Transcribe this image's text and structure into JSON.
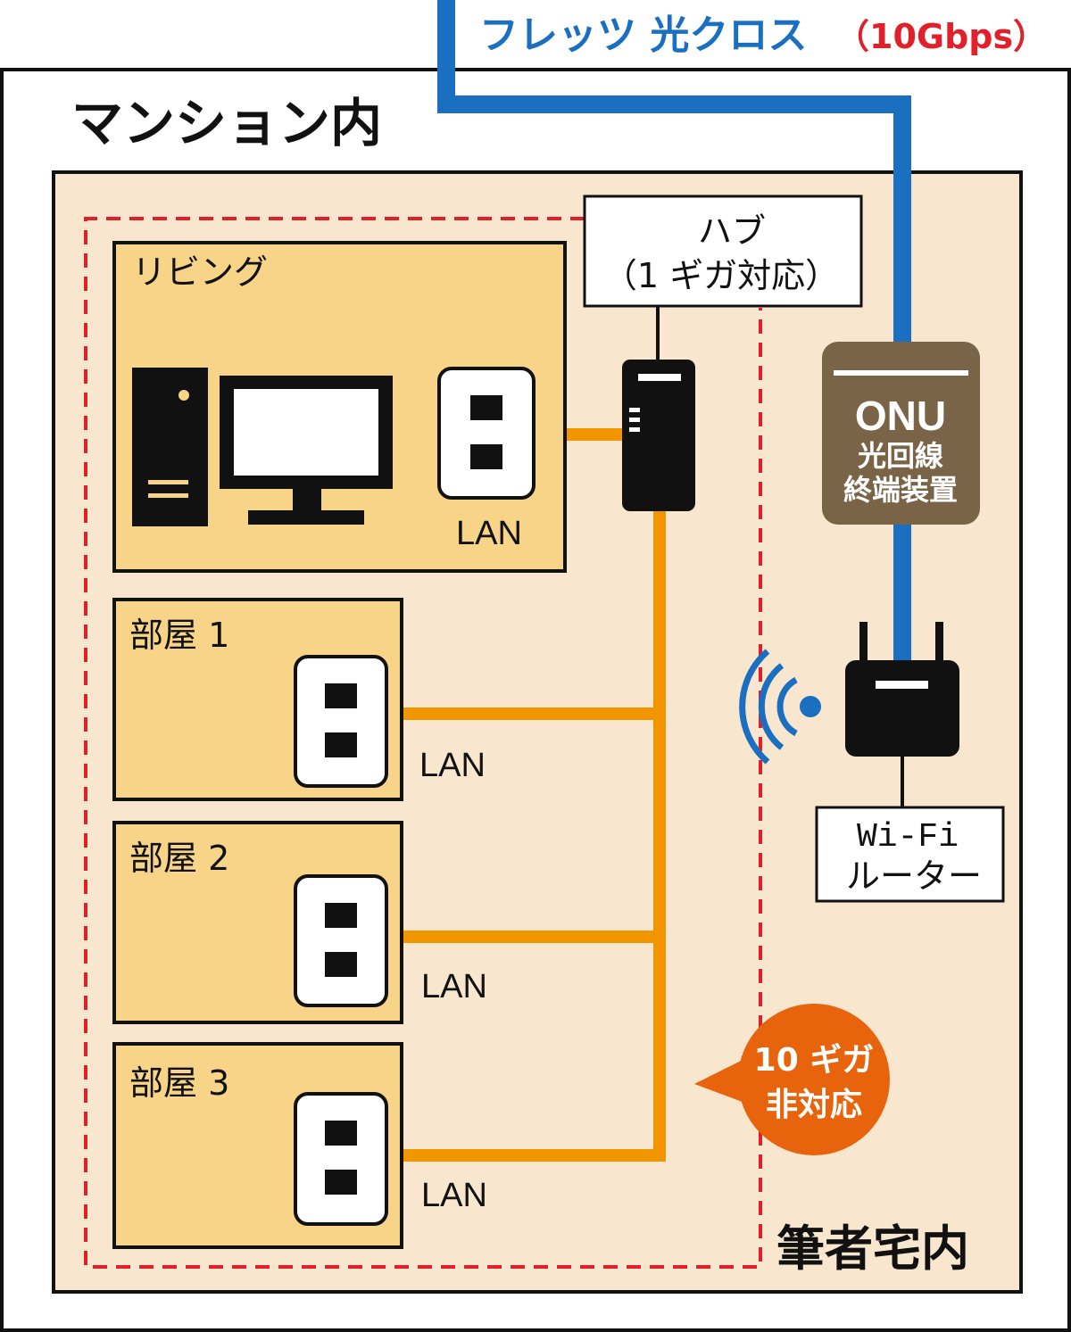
{
  "header": {
    "service_name": "フレッツ 光クロス",
    "speed": "（10Gbps）"
  },
  "areas": {
    "mansion_label": "マンション内",
    "home_label": "筆者宅内"
  },
  "hub": {
    "line1": "ハブ",
    "line2": "（1 ギガ対応）"
  },
  "onu": {
    "title": "ONU",
    "line1": "光回線",
    "line2": "終端装置"
  },
  "router": {
    "line1": "Wi-Fi",
    "line2": "ルーター"
  },
  "rooms": [
    {
      "label": "リビング",
      "lan_label": "LAN"
    },
    {
      "label": "部屋 1",
      "lan_label": "LAN"
    },
    {
      "label": "部屋 2",
      "lan_label": "LAN"
    },
    {
      "label": "部屋 3",
      "lan_label": "LAN"
    }
  ],
  "callout": {
    "line1": "10 ギガ",
    "line2": "非対応"
  },
  "colors": {
    "fiber": "#1a6fc0",
    "lan_cable": "#f29600",
    "home_area": "#f9e6cf",
    "room": "#f7d488",
    "onu": "#7a6447",
    "callout": "#e8640c",
    "dashed_border": "#e0202a",
    "speed_text": "#e0202a"
  }
}
